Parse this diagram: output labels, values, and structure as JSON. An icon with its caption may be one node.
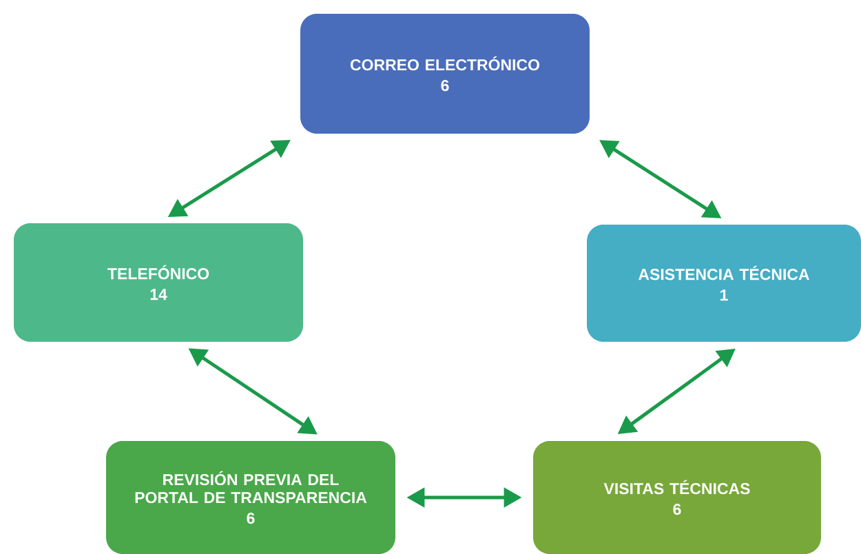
{
  "diagram": {
    "nodes": [
      {
        "text": [
          "CORREO ELECTRÓNICO",
          "6"
        ]
      },
      {
        "text": [
          "TELEFÓNICO",
          "14"
        ]
      },
      {
        "text": [
          "ASISTENCIA TÉCNICA",
          "1"
        ]
      },
      {
        "text": [
          "REVISIÓN PREVIA DEL PORTAL DE TRANSPARENCIA",
          "6"
        ]
      },
      {
        "text": [
          "VISITAS TÉCNICAS",
          "6"
        ]
      }
    ],
    "edges": [
      {
        "from": 0,
        "to": 1,
        "arrow": "both"
      },
      {
        "from": 0,
        "to": 2,
        "arrow": "both"
      },
      {
        "from": 1,
        "to": 3,
        "arrow": "both"
      },
      {
        "from": 2,
        "to": 4,
        "arrow": "both"
      },
      {
        "from": 3,
        "to": 4,
        "arrow": "both"
      }
    ]
  }
}
